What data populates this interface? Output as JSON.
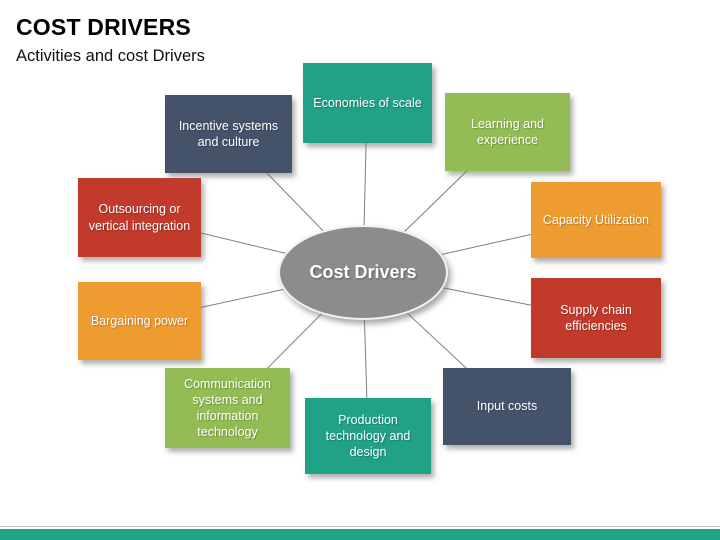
{
  "header": {
    "title": "COST DRIVERS",
    "subtitle": "Activities and cost Drivers"
  },
  "center": {
    "label": "Cost Drivers",
    "color": "#8C8C8C"
  },
  "nodes": [
    {
      "label": "Economies of scale",
      "color": "#21A287"
    },
    {
      "label": "Learning and experience",
      "color": "#93BC55"
    },
    {
      "label": "Capacity Utilization",
      "color": "#EE9B30"
    },
    {
      "label": "Supply chain efficiencies",
      "color": "#C23A2B"
    },
    {
      "label": "Input costs",
      "color": "#45536A"
    },
    {
      "label": "Production technology and design",
      "color": "#21A287"
    },
    {
      "label": "Communication systems and information technology",
      "color": "#93BC55"
    },
    {
      "label": "Bargaining power",
      "color": "#EE9B30"
    },
    {
      "label": "Outsourcing or vertical integration",
      "color": "#C23A2B"
    },
    {
      "label": "Incentive systems and culture",
      "color": "#45536A"
    }
  ],
  "footer": {
    "bar_color": "#21A287",
    "line_color": "#C3C3C3"
  },
  "connector_color": "#7F7F7F"
}
